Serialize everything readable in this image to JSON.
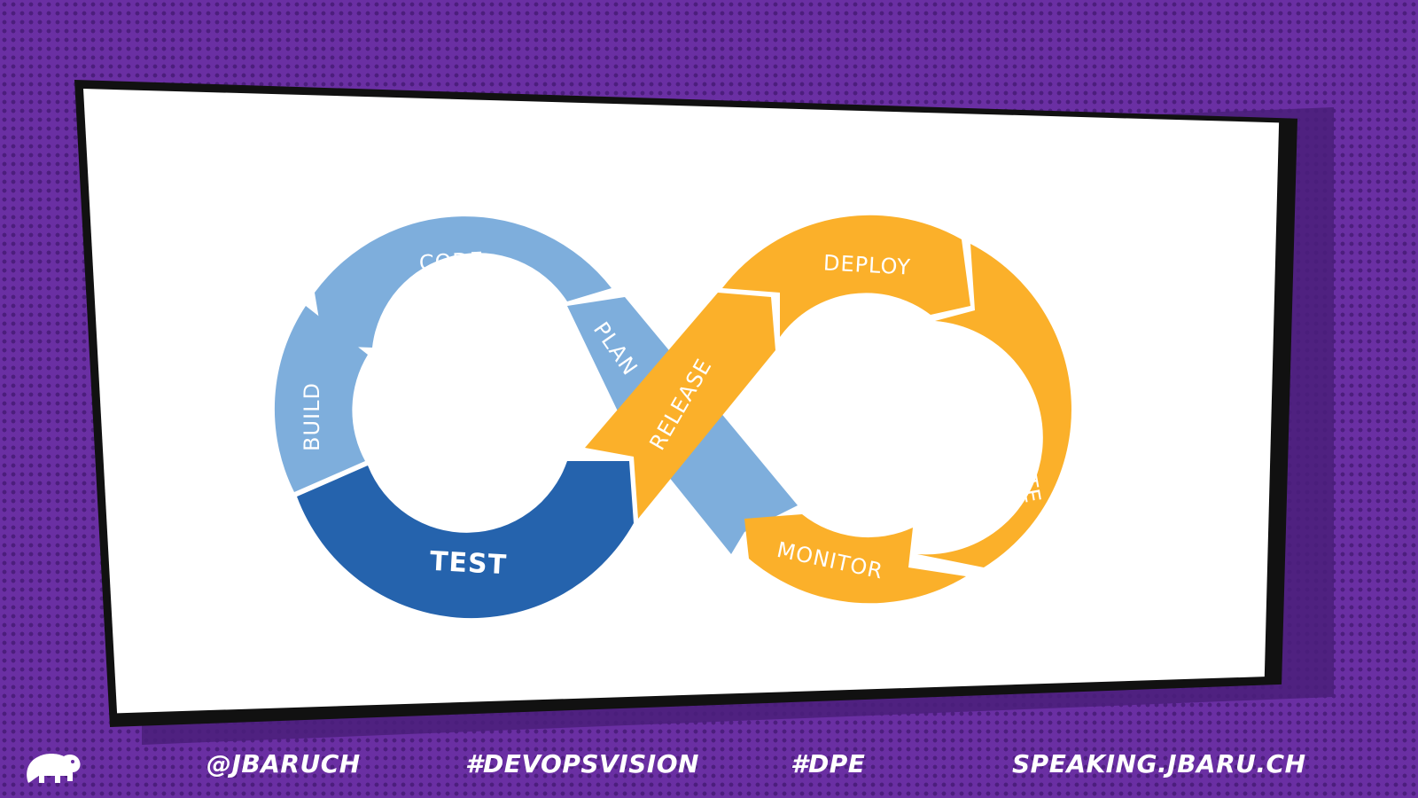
{
  "diagram": {
    "segments": {
      "code": "CODE",
      "build": "BUILD",
      "test": "TEST",
      "plan": "PLAN",
      "release": "RELEASE",
      "deploy": "DEPLOY",
      "operate": "OPERATE",
      "monitor": "MONITOR"
    },
    "colors": {
      "light_blue": "#7eaedc",
      "dark_blue": "#2563ad",
      "orange": "#fbb02a"
    }
  },
  "footer": {
    "handle": "@JBARUCH",
    "hashtag1": "#DEVOPSVISION",
    "hashtag2": "#DPE",
    "site": "SPEAKING.JBARU.CH"
  }
}
